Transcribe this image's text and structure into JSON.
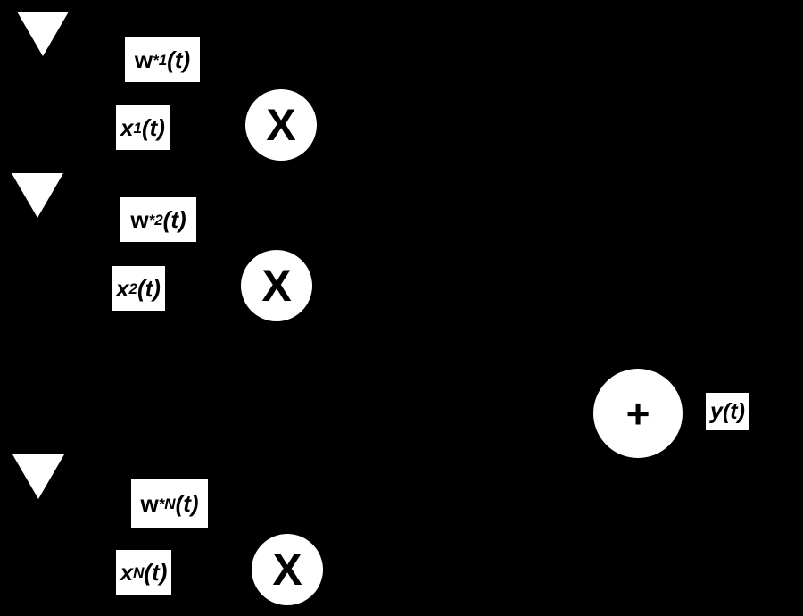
{
  "colors": {
    "background": "#000000",
    "foreground": "#ffffff"
  },
  "branches": [
    {
      "weight": {
        "name": "w",
        "conj": "*",
        "index": "1",
        "arg": "(t)"
      },
      "input": {
        "name": "x",
        "index": "1",
        "arg": "(t)"
      },
      "multiplier": "X"
    },
    {
      "weight": {
        "name": "w",
        "conj": "*",
        "index": "2",
        "arg": "(t)"
      },
      "input": {
        "name": "x",
        "index": "2",
        "arg": "(t)"
      },
      "multiplier": "X"
    },
    {
      "weight": {
        "name": "w",
        "conj": "*",
        "index": "N",
        "arg": "(t)"
      },
      "input": {
        "name": "x",
        "index": "N",
        "arg": "(t)"
      },
      "multiplier": "X"
    }
  ],
  "summer": {
    "symbol": "+"
  },
  "output": {
    "label": "y(t)"
  }
}
